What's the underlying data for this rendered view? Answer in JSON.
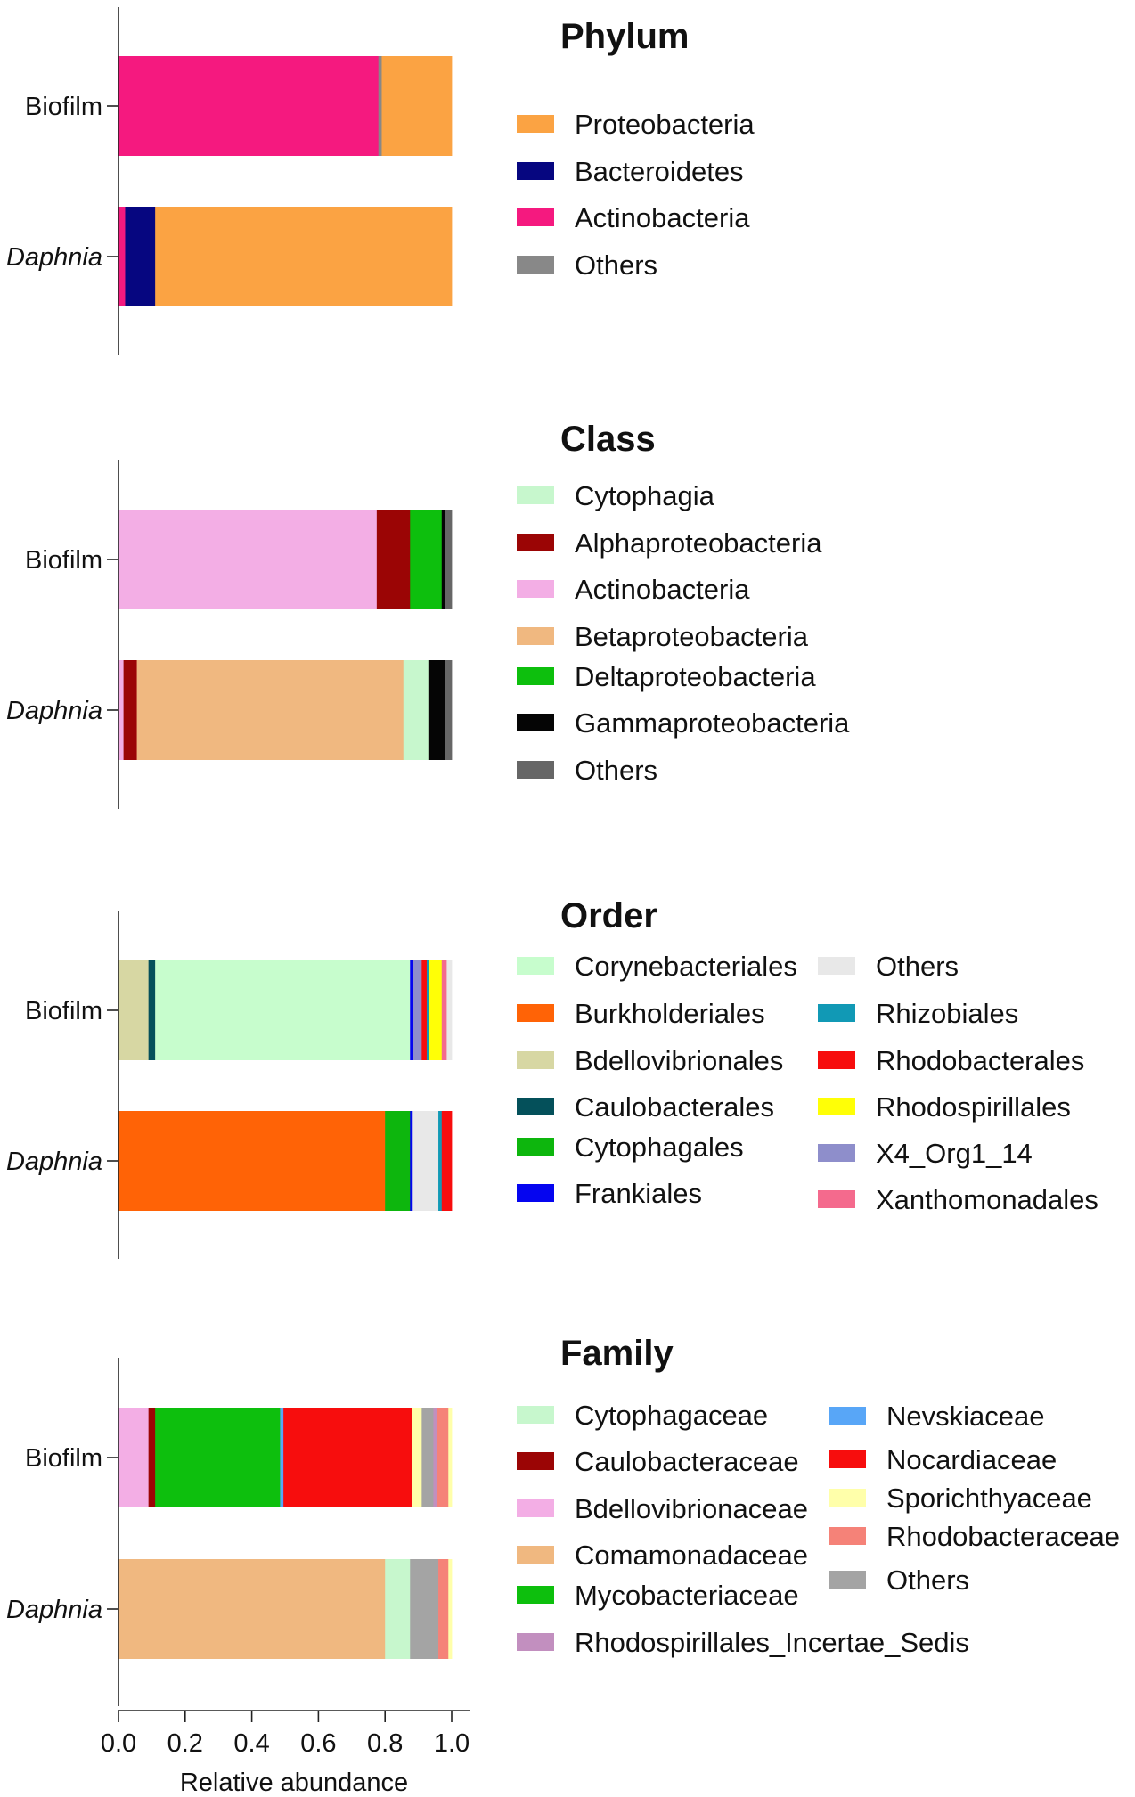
{
  "chart_data": [
    {
      "type": "bar",
      "orientation": "horizontal",
      "stacked": true,
      "title": "Phylum",
      "categories": [
        "Biofilm",
        "Daphnia"
      ],
      "series": [
        {
          "name": "Actinobacteria",
          "color": "#f5197f",
          "values": [
            0.78,
            0.02
          ]
        },
        {
          "name": "Others",
          "color": "#888888",
          "values": [
            0.01,
            0.0
          ]
        },
        {
          "name": "Bacteroidetes",
          "color": "#060680",
          "values": [
            0.0,
            0.09
          ]
        },
        {
          "name": "Proteobacteria",
          "color": "#fba343",
          "values": [
            0.21,
            0.89
          ]
        }
      ],
      "legend": [
        "Proteobacteria",
        "Bacteroidetes",
        "Actinobacteria",
        "Others"
      ],
      "xlim": [
        0,
        1
      ]
    },
    {
      "type": "bar",
      "orientation": "horizontal",
      "stacked": true,
      "title": "Class",
      "categories": [
        "Biofilm",
        "Daphnia"
      ],
      "series": [
        {
          "name": "Actinobacteria",
          "color": "#f3aee5",
          "values": [
            0.775,
            0.015
          ]
        },
        {
          "name": "Alphaproteobacteria",
          "color": "#9b0505",
          "values": [
            0.1,
            0.04
          ]
        },
        {
          "name": "Betaproteobacteria",
          "color": "#f0b880",
          "values": [
            0.0,
            0.8
          ]
        },
        {
          "name": "Cytophagia",
          "color": "#c7f7cd",
          "values": [
            0.0,
            0.075
          ]
        },
        {
          "name": "Deltaproteobacteria",
          "color": "#0dbf0d",
          "values": [
            0.095,
            0.0
          ]
        },
        {
          "name": "Gammaproteobacteria",
          "color": "#050505",
          "values": [
            0.01,
            0.05
          ]
        },
        {
          "name": "Others",
          "color": "#666666",
          "values": [
            0.02,
            0.02
          ]
        }
      ],
      "legend": [
        "Cytophagia",
        "Alphaproteobacteria",
        "Actinobacteria",
        "Betaproteobacteria",
        "Deltaproteobacteria",
        "Gammaproteobacteria",
        "Others"
      ],
      "xlim": [
        0,
        1
      ]
    },
    {
      "type": "bar",
      "orientation": "horizontal",
      "stacked": true,
      "title": "Order",
      "categories": [
        "Biofilm",
        "Daphnia"
      ],
      "series": [
        {
          "name": "Burkholderiales",
          "color": "#ff6306",
          "values": [
            0.0,
            0.8
          ]
        },
        {
          "name": "Bdellovibrionales",
          "color": "#d7d7a3",
          "values": [
            0.09,
            0.0
          ]
        },
        {
          "name": "Caulobacterales",
          "color": "#04505a",
          "values": [
            0.02,
            0.0
          ]
        },
        {
          "name": "Corynebacteriales",
          "color": "#c7fdcd",
          "values": [
            0.765,
            0.0
          ]
        },
        {
          "name": "Cytophagales",
          "color": "#0db60d",
          "values": [
            0.0,
            0.075
          ]
        },
        {
          "name": "Frankiales",
          "color": "#0505f0",
          "values": [
            0.01,
            0.008
          ]
        },
        {
          "name": "X4_Org1_14",
          "color": "#8e8ecb",
          "values": [
            0.025,
            0.0
          ]
        },
        {
          "name": "Rhodobacterales",
          "color": "#f70d0d",
          "values": [
            0.015,
            0.0
          ]
        },
        {
          "name": "Rhizobiales",
          "color": "#1199b5",
          "values": [
            0.008,
            0.0
          ]
        },
        {
          "name": "Rhodospirillales",
          "color": "#ffff06",
          "values": [
            0.037,
            0.0
          ]
        },
        {
          "name": "Xanthomonadales",
          "color": "#f46a8d",
          "values": [
            0.015,
            0.0
          ]
        },
        {
          "name": "Others",
          "color": "#e8e8e8",
          "values": [
            0.015,
            0.077
          ]
        },
        {
          "name": "Rhizobiales",
          "color": "#1199b5",
          "values": [
            0.0,
            0.01
          ]
        },
        {
          "name": "Rhodobacterales",
          "color": "#f70d0d",
          "values": [
            0.0,
            0.03
          ]
        }
      ],
      "legend": [
        "Corynebacteriales",
        "Burkholderiales",
        "Bdellovibrionales",
        "Caulobacterales",
        "Cytophagales",
        "Frankiales",
        "Others",
        "Rhizobiales",
        "Rhodobacterales",
        "Rhodospirillales",
        "X4_Org1_14",
        "Xanthomonadales"
      ],
      "xlim": [
        0,
        1
      ]
    },
    {
      "type": "bar",
      "orientation": "horizontal",
      "stacked": true,
      "title": "Family",
      "categories": [
        "Biofilm",
        "Daphnia"
      ],
      "series": [
        {
          "name": "Bdellovibrionaceae",
          "color": "#f3aee5",
          "values": [
            0.09,
            0.0
          ]
        },
        {
          "name": "Comamonadaceae",
          "color": "#f0b880",
          "values": [
            0.0,
            0.8
          ]
        },
        {
          "name": "Caulobacteraceae",
          "color": "#9b0505",
          "values": [
            0.02,
            0.0
          ]
        },
        {
          "name": "Cytophagaceae",
          "color": "#c7f7cd",
          "values": [
            0.0,
            0.075
          ]
        },
        {
          "name": "Mycobacteriaceae",
          "color": "#0dbf0d",
          "values": [
            0.375,
            0.0
          ]
        },
        {
          "name": "Nevskiaceae",
          "color": "#58a6f7",
          "values": [
            0.01,
            0.0
          ]
        },
        {
          "name": "Nocardiaceae",
          "color": "#f70d0d",
          "values": [
            0.385,
            0.0
          ]
        },
        {
          "name": "Sporichthyaceae",
          "color": "#ffffaa",
          "values": [
            0.03,
            0.0
          ]
        },
        {
          "name": "Others",
          "color": "#a4a4a4",
          "values": [
            0.035,
            0.085
          ]
        },
        {
          "name": "Rhodospirillales_Incertae_Sedis",
          "color": "#c28fbf",
          "values": [
            0.01,
            0.0
          ]
        },
        {
          "name": "Rhodobacteraceae",
          "color": "#f58278",
          "values": [
            0.035,
            0.03
          ]
        },
        {
          "name": "Sporichthyaceae",
          "color": "#ffffaa",
          "values": [
            0.01,
            0.01
          ]
        }
      ],
      "legend": [
        "Cytophagaceae",
        "Caulobacteraceae",
        "Bdellovibrionaceae",
        "Comamonadaceae",
        "Mycobacteriaceae",
        "Rhodospirillales_Incertae_Sedis",
        "Nevskiaceae",
        "Nocardiaceae",
        "Sporichthyaceae",
        "Rhodobacteraceae",
        "Others"
      ],
      "xlim": [
        0,
        1
      ],
      "xticks": [
        "0.0",
        "0.2",
        "0.4",
        "0.6",
        "0.8",
        "1.0"
      ],
      "xlabel": "Relative abundance"
    }
  ]
}
